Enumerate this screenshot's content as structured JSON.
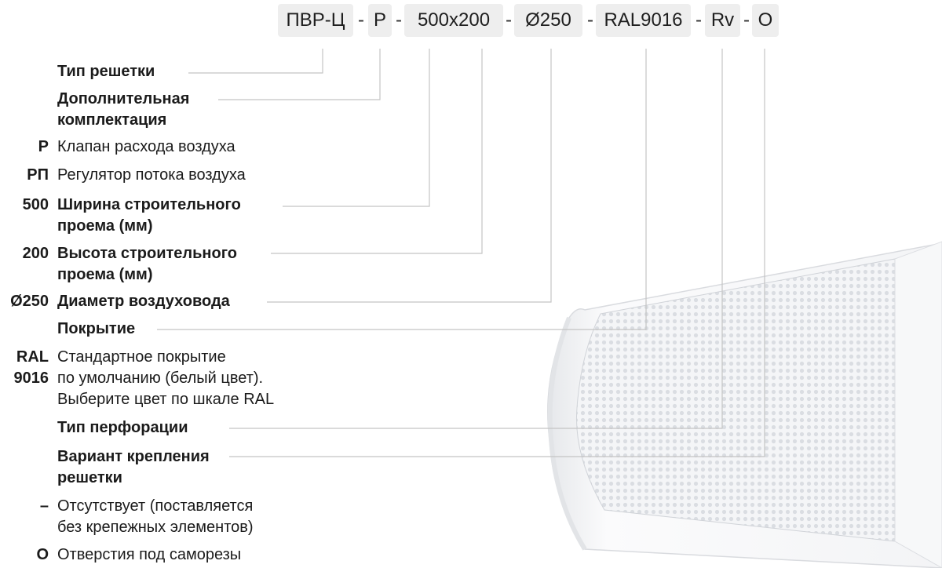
{
  "code_parts": [
    "ПВР-Ц",
    "Р",
    "500x200",
    "Ø250",
    "RAL9016",
    "Rv",
    "O"
  ],
  "separator": "-",
  "entries": {
    "grille_type": "Тип решетки",
    "extra_kit": [
      "Дополнительная",
      "комплектация"
    ],
    "kit_p_key": "Р",
    "kit_p_text": "Клапан расхода воздуха",
    "kit_rp_key": "РП",
    "kit_rp_text": "Регулятор потока воздуха",
    "width_key": "500",
    "width_text": [
      "Ширина строительного",
      "проема (мм)"
    ],
    "height_key": "200",
    "height_text": [
      "Высота строительного",
      "проема (мм)"
    ],
    "diam_key": "Ø250",
    "diam_text": "Диаметр воздуховода",
    "coating": "Покрытие",
    "ral_key": [
      "RAL",
      "9016"
    ],
    "ral_text": [
      "Стандартное покрытие",
      "по умолчанию (белый цвет).",
      "Выберите цвет по шкале RAL"
    ],
    "perforation": "Тип перфорации",
    "mount": [
      "Вариант крепления",
      "решетки"
    ],
    "mount_none_key": "–",
    "mount_none_text": [
      "Отсутствует (поставляется",
      "без крепежных элементов)"
    ],
    "mount_o_key": "O",
    "mount_o_text": "Отверстия под саморезы"
  },
  "colors": {
    "code_box_bg": "#eeeeee",
    "leader_line": "#c4c4c4",
    "text": "#1b1b1b"
  }
}
